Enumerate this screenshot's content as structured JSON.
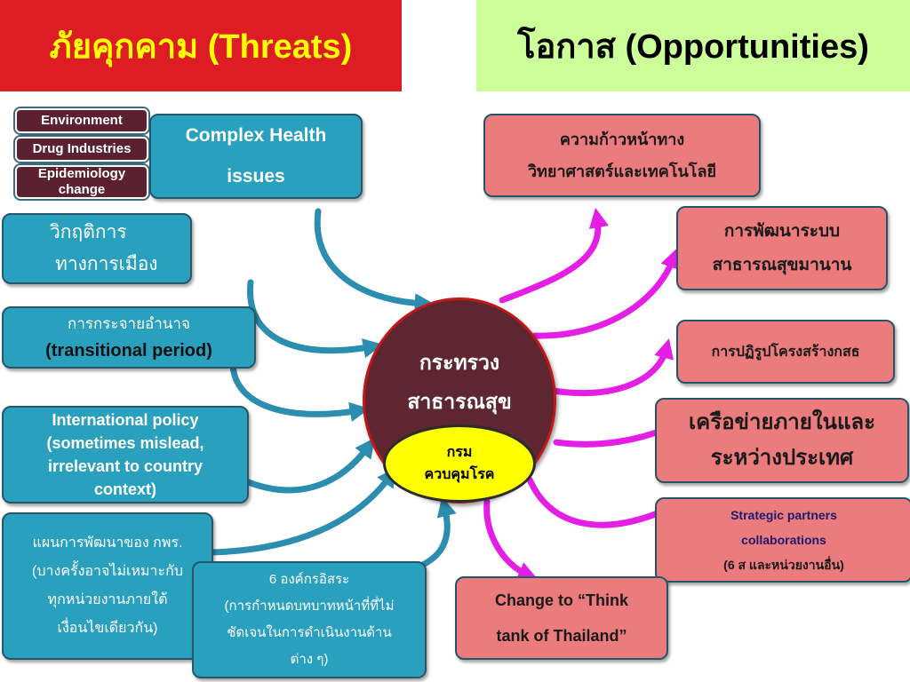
{
  "headers": {
    "threats": "ภัยคุกคาม (Threats)",
    "opportunities": "โอกาส (Opportunities)"
  },
  "tags": {
    "environment": "Environment",
    "drug_industries": "Drug Industries",
    "epidemiology_1": "Epidemiology",
    "epidemiology_2": "change"
  },
  "threats": {
    "complex_health_1": "Complex Health",
    "complex_health_2": "issues",
    "political_1": "วิกฤติการ",
    "political_2": "ทางการเมือง",
    "decentralization_1": "การกระจายอำนาจ",
    "decentralization_2": "(transitional period)",
    "international_1": "International policy",
    "international_2": "(sometimes mislead,",
    "international_3": "irrelevant to country",
    "international_4": "context)",
    "plan_1": "แผนการพัฒนาของ กพร.",
    "plan_2": "(บางครั้งอาจไม่เหมาะกับ",
    "plan_3": "ทุกหน่วยงานภายใต้",
    "plan_4": "เงื่อนไขเดียวกัน)",
    "autonomous_1": "6 องค์กรอิสระ",
    "autonomous_2": "(การกำหนดบทบาทหน้าที่ที่ไม่",
    "autonomous_3": "ชัดเจนในการดำเนินงานด้าน",
    "autonomous_4": "ต่าง ๆ)"
  },
  "center": {
    "ministry_1": "กระทรวง",
    "ministry_2": "สาธารณสุข",
    "department_1": "กรม",
    "department_2": "ควบคุมโรค"
  },
  "opportunities": {
    "science_1": "ความก้าวหน้าทาง",
    "science_2": "วิทยาศาสตร์และเทคโนโลยี",
    "system_1": "การพัฒนาระบบ",
    "system_2": "สาธารณสุขมานาน",
    "reform": "การปฏิรูปโครงสร้างกสธ",
    "network_1": "เครือข่ายภายในและ",
    "network_2": "ระหว่างประเทศ",
    "partners_1": "Strategic partners",
    "partners_2": "collaborations",
    "partners_3": "(6 ส และหน่วยงานอื่น)",
    "think_tank_1": "Change to “Think",
    "think_tank_2": "tank of Thailand”"
  },
  "colors": {
    "threats_header_bg": "#dd1c24",
    "threats_header_text": "#ffff00",
    "opportunities_header_bg": "#ccff99",
    "threat_box": "#2aa0bf",
    "opportunity_box": "#ec7b7d",
    "tag_bg": "#5b2131",
    "center_circle": "#5e2630",
    "department_ellipse": "#ffff00",
    "threat_arrow": "#2b8db0",
    "opportunity_arrow": "#e41ee4"
  }
}
